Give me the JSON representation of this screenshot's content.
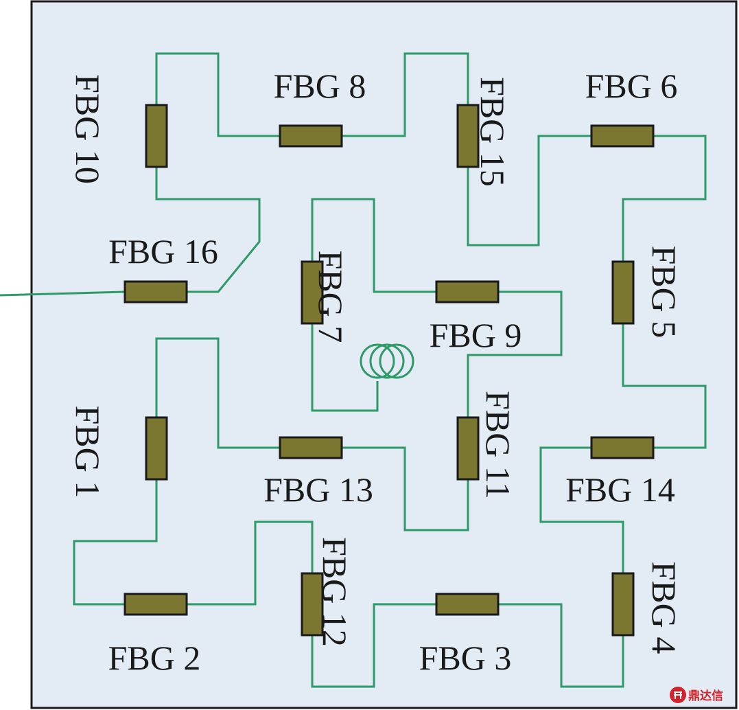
{
  "colors": {
    "panel_fill": "#e3ebf5",
    "panel_border": "#1a1a1a",
    "fiber": "#2e9a68",
    "grating_fill": "#7b7730",
    "label": "#1a1a1a",
    "watermark": "#d2232a"
  },
  "sensors": [
    {
      "id": "fbg1",
      "label": "FBG 1",
      "orientation": "vertical"
    },
    {
      "id": "fbg2",
      "label": "FBG 2",
      "orientation": "horizontal"
    },
    {
      "id": "fbg3",
      "label": "FBG 3",
      "orientation": "horizontal"
    },
    {
      "id": "fbg4",
      "label": "FBG 4",
      "orientation": "vertical"
    },
    {
      "id": "fbg5",
      "label": "FBG 5",
      "orientation": "vertical"
    },
    {
      "id": "fbg6",
      "label": "FBG 6",
      "orientation": "horizontal"
    },
    {
      "id": "fbg7",
      "label": "FBG 7",
      "orientation": "vertical"
    },
    {
      "id": "fbg8",
      "label": "FBG 8",
      "orientation": "horizontal"
    },
    {
      "id": "fbg9",
      "label": "FBG 9",
      "orientation": "horizontal"
    },
    {
      "id": "fbg10",
      "label": "FBG 10",
      "orientation": "vertical"
    },
    {
      "id": "fbg11",
      "label": "FBG 11",
      "orientation": "vertical"
    },
    {
      "id": "fbg12",
      "label": "FBG 12",
      "orientation": "vertical"
    },
    {
      "id": "fbg13",
      "label": "FBG 13",
      "orientation": "horizontal"
    },
    {
      "id": "fbg14",
      "label": "FBG 14",
      "orientation": "horizontal"
    },
    {
      "id": "fbg15",
      "label": "FBG 15",
      "orientation": "vertical"
    },
    {
      "id": "fbg16",
      "label": "FBG 16",
      "orientation": "horizontal"
    }
  ],
  "fiber_coil": {
    "turns": 3
  },
  "watermark": {
    "text": "鼎达信",
    "logo_icon": "ddx-logo-icon"
  }
}
